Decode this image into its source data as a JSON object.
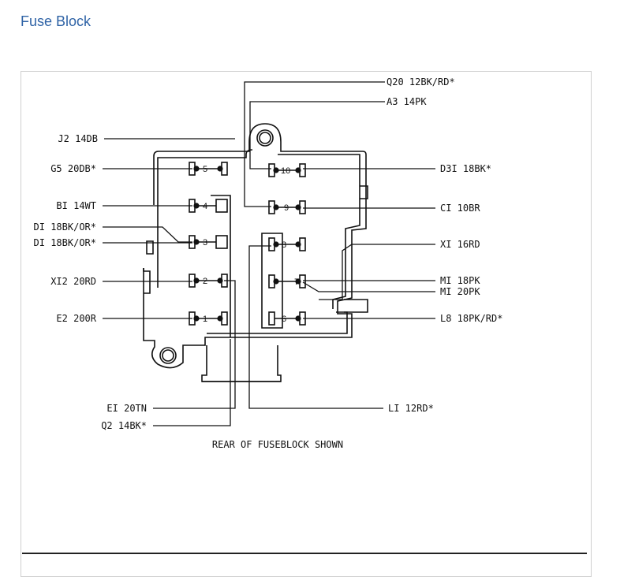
{
  "heading": "Fuse Block",
  "diagram": {
    "caption": "REAR OF FUSEBLOCK SHOWN",
    "labels": {
      "q20": "Q20 12BK/RD*",
      "a3": "A3 14PK",
      "j2": "J2 14DB",
      "g5": "G5 20DB*",
      "b1": "BI 14WT",
      "d1a": "DI 18BK/OR*",
      "d1b": "DI 18BK/OR*",
      "x12": "XI2 20RD",
      "e2": "E2 200R",
      "d31": "D3I 18BK*",
      "c1": "CI 10BR",
      "x1": "XI 16RD",
      "m1a": "MI 18PK",
      "m1b": "MI 20PK",
      "l8": "L8 18PK/RD*",
      "e1": "EI 20TN",
      "q2": "Q2 14BK*",
      "l1": "LI 12RD*"
    },
    "fuses": [
      "1",
      "2",
      "3",
      "4",
      "5",
      "6",
      "7",
      "8",
      "9",
      "10"
    ]
  }
}
